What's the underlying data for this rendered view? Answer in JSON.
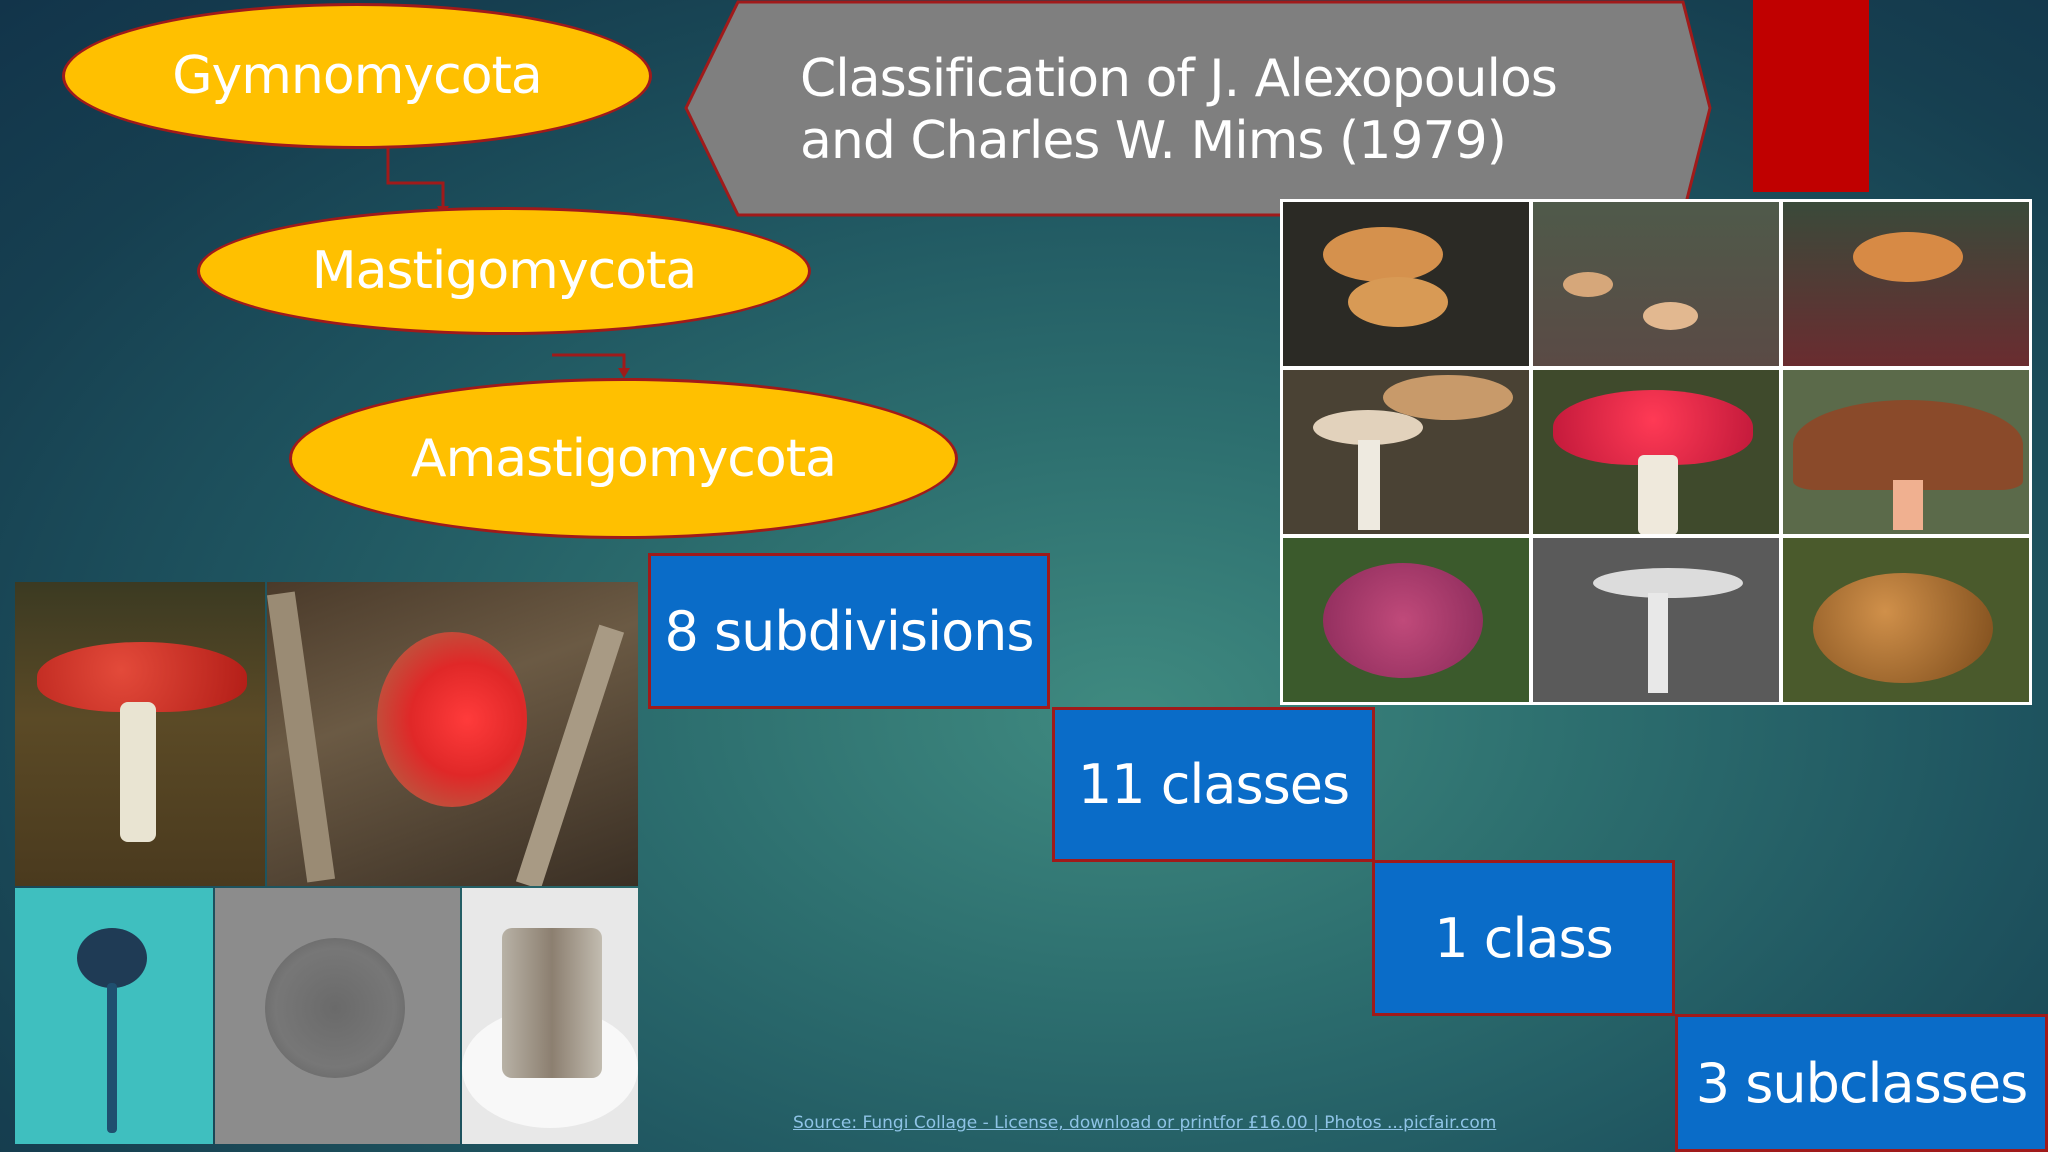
{
  "slide": {
    "title": "Classification of J. Alexopoulos and Charles W. Mims (1979)",
    "divisions": [
      "Gymnomycota",
      "Mastigomycota",
      "Amastigomycota"
    ],
    "hierarchy": [
      "8 subdivisions",
      "11 classes",
      "1 class",
      "3 subclasses"
    ],
    "source": "Source: Fungi Collage - License, download or printfor £16.00 | Photos ...picfair.com"
  },
  "colors": {
    "ellipse_fill": "#ffc000",
    "outline": "#a01a1a",
    "step_fill": "#0a6cc8",
    "title_banner": "#7f7f7f",
    "accent_red": "#c00000"
  },
  "images": {
    "left_collage": [
      "fly-agaric-photo",
      "scarlet-cup-fungus-photo",
      "aspergillus-micrograph-photo",
      "spore-micrograph-photo",
      "mold-sample-photo"
    ],
    "right_collage": [
      "mushroom-photo-1",
      "mushroom-photo-2",
      "mushroom-photo-3",
      "mushroom-photo-4",
      "mushroom-photo-5",
      "mushroom-photo-6",
      "mushroom-photo-7",
      "mushroom-photo-8",
      "mushroom-photo-9"
    ]
  }
}
